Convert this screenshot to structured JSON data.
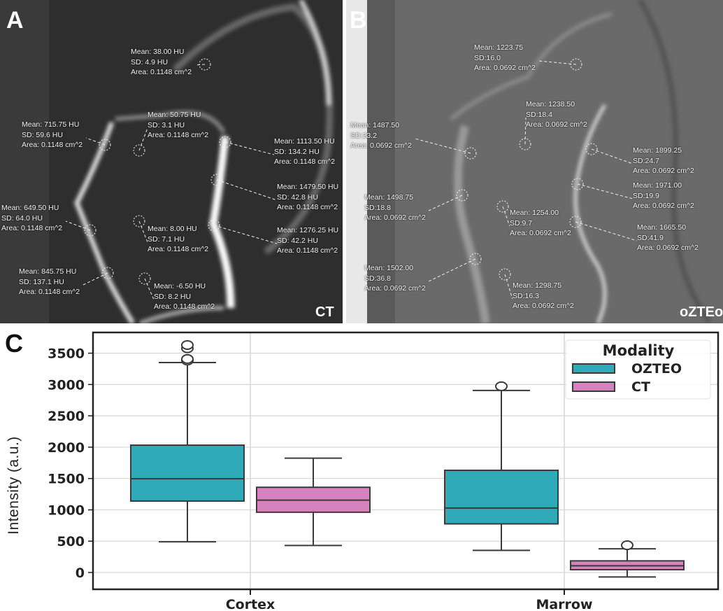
{
  "panel_a": {
    "label": "A",
    "modality": "CT",
    "annotations": [
      {
        "mean": "Mean: 38.00 HU",
        "sd": "SD: 4.9 HU",
        "area": "Area: 0.1148 cm^2"
      },
      {
        "mean": "Mean: 715.75 HU",
        "sd": "SD: 59.6 HU",
        "area": "Area: 0.1148 cm^2"
      },
      {
        "mean": "Mean: 50.75 HU",
        "sd": "SD: 3.1 HU",
        "area": "Area: 0.1148 cm^2"
      },
      {
        "mean": "Mean: 1113.50 HU",
        "sd": "SD: 134.2 HU",
        "area": "Area: 0.1148 cm^2"
      },
      {
        "mean": "Mean: 1479.50 HU",
        "sd": "SD: 42.8 HU",
        "area": "Area: 0.1148 cm^2"
      },
      {
        "mean": "Mean: 649.50 HU",
        "sd": "SD: 64.0 HU",
        "area": "Area: 0.1148 cm^2"
      },
      {
        "mean": "Mean: 8.00 HU",
        "sd": "SD: 7.1 HU",
        "area": "Area: 0.1148 cm^2"
      },
      {
        "mean": "Mean: 1276.25 HU",
        "sd": "SD: 42.2 HU",
        "area": "Area: 0.1148 cm^2"
      },
      {
        "mean": "Mean: 845.75 HU",
        "sd": "SD: 137.1 HU",
        "area": "Area: 0.1148 cm^2"
      },
      {
        "mean": "Mean: -6.50 HU",
        "sd": "SD: 8.2 HU",
        "area": "Area: 0.1148 cm^2"
      }
    ]
  },
  "panel_b": {
    "label": "B",
    "modality": "oZTEo",
    "annotations": [
      {
        "mean": "Mean: 1223.75",
        "sd": "SD:16.0",
        "area": "Area: 0.0692 cm^2"
      },
      {
        "mean": "Mean: 1238.50",
        "sd": "SD:18.4",
        "area": "Area: 0.0692 cm^2"
      },
      {
        "mean": "Mean: 1487.50",
        "sd": "SD:23.2",
        "area": "Area: 0.0692 cm^2"
      },
      {
        "mean": "Mean: 1899.25",
        "sd": "SD:24.7",
        "area": "Area: 0.0692 cm^2"
      },
      {
        "mean": "Mean: 1498.75",
        "sd": "SD:18.8",
        "area": "Area: 0.0692 cm^2"
      },
      {
        "mean": "Mean: 1971.00",
        "sd": "SD:19.9",
        "area": "Area: 0.0692 cm^2"
      },
      {
        "mean": "Mean: 1254.00",
        "sd": "SD:9.7",
        "area": "Area: 0.0692 cm^2"
      },
      {
        "mean": "Mean: 1665.50",
        "sd": "SD:41.9",
        "area": "Area: 0.0692 cm^2"
      },
      {
        "mean": "Mean: 1502.00",
        "sd": "SD:36.8",
        "area": "Area: 0.0692 cm^2"
      },
      {
        "mean": "Mean: 1298.75",
        "sd": "SD:16.3",
        "area": "Area: 0.0692 cm^2"
      }
    ]
  },
  "panel_c": {
    "label": "C"
  },
  "chart_data": {
    "type": "box",
    "title": "",
    "xlabel": "",
    "ylabel": "Intensity (a.u.)",
    "categories": [
      "Cortex",
      "Marrow"
    ],
    "yticks": [
      "0",
      "500",
      "1000",
      "1500",
      "2000",
      "2500",
      "3000",
      "3500"
    ],
    "ytick_values": [
      0,
      500,
      1000,
      1500,
      2000,
      2500,
      3000,
      3500
    ],
    "ylim": [
      -260,
      3800
    ],
    "grid": true,
    "legend": {
      "title": "Modality",
      "placement": "top-right"
    },
    "series": [
      {
        "name": "OZTEO",
        "color": "#2eaab8",
        "boxes": [
          {
            "category": "Cortex",
            "whisker_low": 490,
            "q1": 1140,
            "median": 1497,
            "q3": 2032,
            "whisker_high": 3351,
            "outliers": [
              3381,
              3407,
              3578,
              3630
            ]
          },
          {
            "category": "Marrow",
            "whisker_low": 353,
            "q1": 776,
            "median": 1029,
            "q3": 1631,
            "whisker_high": 2905,
            "outliers": [
              2972
            ]
          }
        ]
      },
      {
        "name": "CT",
        "color": "#d782be",
        "boxes": [
          {
            "category": "Cortex",
            "whisker_low": 431,
            "q1": 962,
            "median": 1155,
            "q3": 1360,
            "whisker_high": 1824,
            "outliers": []
          },
          {
            "category": "Marrow",
            "whisker_low": -71,
            "q1": 45,
            "median": 108,
            "q3": 186,
            "whisker_high": 379,
            "outliers": [
              435
            ]
          }
        ]
      }
    ]
  }
}
